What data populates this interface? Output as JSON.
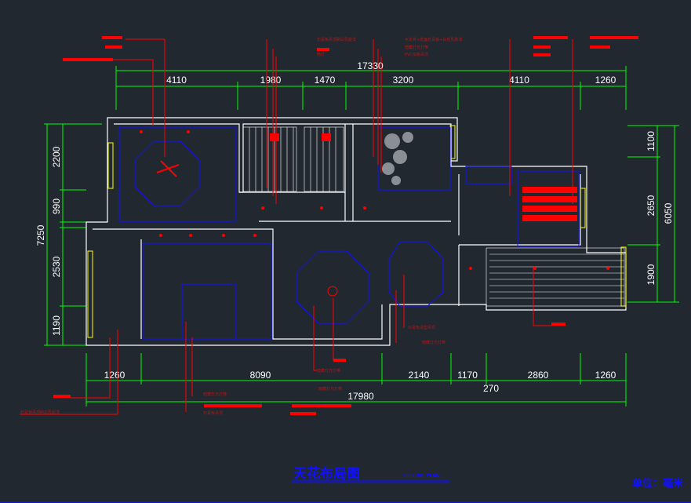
{
  "drawing": {
    "title": "天花布局图",
    "subtitle": "CEILING PLAN",
    "unit": "单位：毫米"
  },
  "dimensions": {
    "top_total": "17330",
    "top": [
      "4110",
      "1980",
      "1470",
      "3200",
      "4110",
      "1260"
    ],
    "bottom": [
      "1260",
      "8090",
      "2140",
      "1170",
      "2860",
      "1260"
    ],
    "bottom_total": "17980",
    "bottom_extra": "270",
    "left": [
      "2200",
      "990",
      "2530",
      "1190"
    ],
    "left_total": "7250",
    "right": [
      "1100",
      "2650",
      "1900"
    ],
    "right_total": "6050"
  },
  "annotations": {
    "top": [
      "石膏板吊顶刷白乳胶漆",
      "筒灯",
      "木龙骨+纸面石膏板+白色乳胶漆",
      "暗藏灯光灯带",
      "PVC扣板吊顶"
    ],
    "bottom": [
      "暗藏灯光灯带",
      "石膏板吊顶",
      "暗藏灯光灯带",
      "暗藏灯光灯带",
      "暗藏灯光灯带",
      "石膏板造型吊顶",
      "石膏板吊顶刷白乳胶漆"
    ]
  },
  "colors": {
    "background": "#212830",
    "wall": "#ffffff",
    "dim": "#00ff00",
    "fixture": "#1010ff",
    "label": "#ff0000",
    "accent": "#ffff00"
  }
}
